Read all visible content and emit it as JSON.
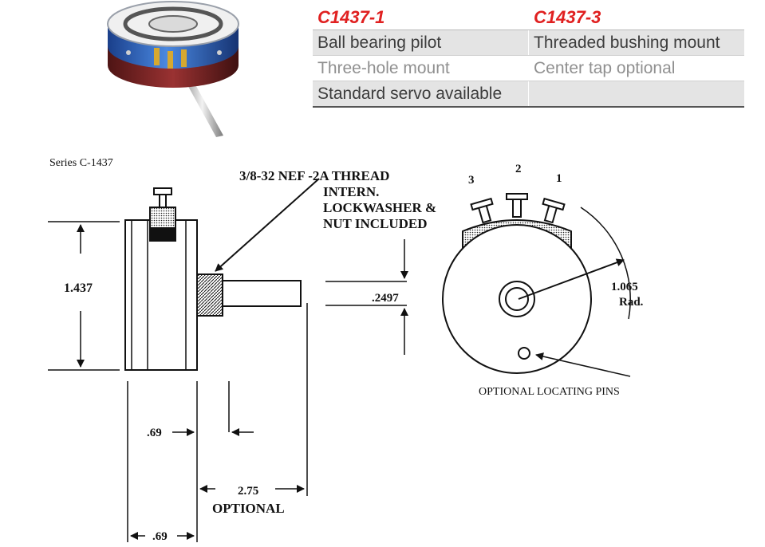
{
  "spec_table": {
    "headers": [
      "C1437-1",
      "C1437-3"
    ],
    "rows": [
      [
        "Ball bearing pilot",
        "Threaded bushing mount"
      ],
      [
        "Three-hole mount",
        "Center tap optional"
      ],
      [
        "Standard servo available",
        ""
      ]
    ]
  },
  "drawing": {
    "series_label": "Series C-1437",
    "thread_note_1": "3/8-32  NEF  -2A THREAD",
    "thread_note_2": "INTERN.",
    "thread_note_3": "LOCKWASHER &",
    "thread_note_4": "NUT INCLUDED",
    "height_dim": "1.437",
    "shaft_dim": ".2497",
    "depth_dim_upper": ".69",
    "depth_dim_lower": ".69",
    "optional_length_dim": "2.75",
    "optional_label": "OPTIONAL",
    "terminal_labels": [
      "3",
      "2",
      "1"
    ],
    "radius_dim": "1.065",
    "radius_unit": "Rad.",
    "locating_pins_label": "OPTIONAL LOCATING PINS"
  },
  "colors": {
    "header_text": "#e02020",
    "row_shade": "#e4e4e4",
    "housing_blue": "#2a5fb8",
    "housing_maroon": "#7a2424",
    "terminal_gold": "#c8a030"
  }
}
